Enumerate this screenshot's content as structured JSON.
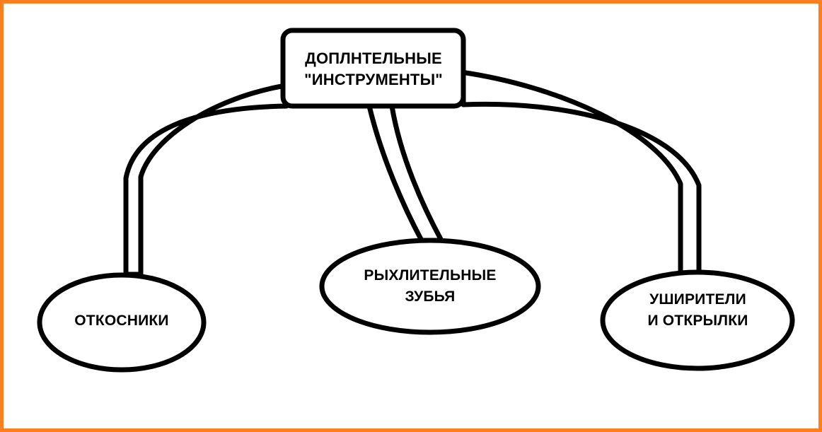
{
  "diagram": {
    "title_node": {
      "id": "root",
      "text": "ДОПЛНТЕЛЬНЫЕ\n\"ИНСТРУМЕНТЫ\"",
      "shape": "rounded-rectangle"
    },
    "children": [
      {
        "id": "left",
        "text": "ОТКОСНИКИ",
        "shape": "ellipse"
      },
      {
        "id": "middle",
        "text": "РЫХЛИТЕЛЬНЫЕ\nЗУБЬЯ",
        "shape": "ellipse"
      },
      {
        "id": "right",
        "text": "УШИРИТЕЛИ\nИ ОТКРЫЛКИ",
        "shape": "ellipse"
      }
    ],
    "colors": {
      "border_frame": "#ff7f20",
      "stroke": "#000000",
      "fill": "#ffffff",
      "text": "#000000"
    }
  }
}
